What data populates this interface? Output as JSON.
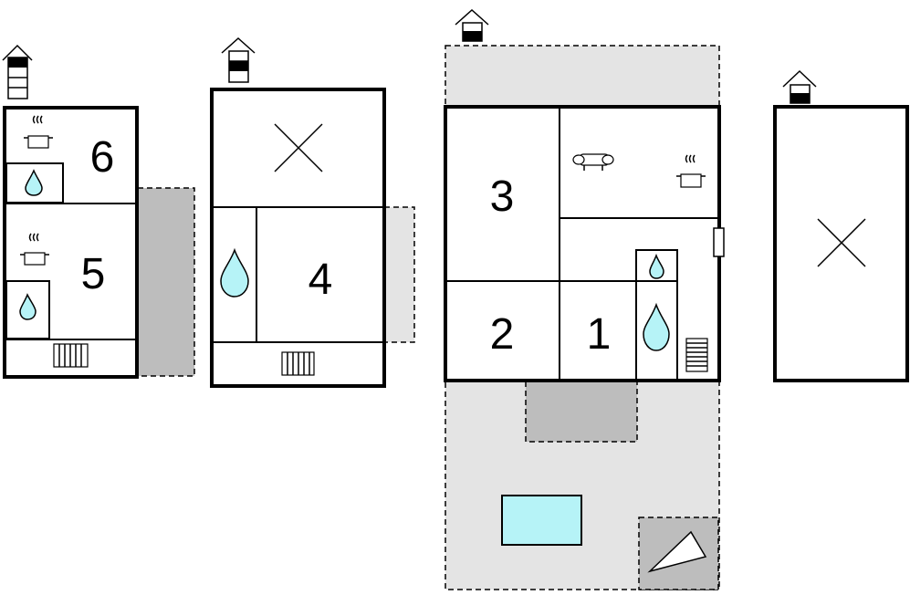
{
  "floors": [
    {
      "id": "floor-a",
      "level_icon": "floor-level-icon-top-of-four",
      "rooms": [
        "6",
        "5"
      ]
    },
    {
      "id": "floor-b",
      "level_icon": "floor-level-icon-second-of-three",
      "rooms": [
        "4"
      ]
    },
    {
      "id": "floor-c",
      "level_icon": "floor-level-icon-ground-of-two",
      "rooms": [
        "3",
        "2",
        "1"
      ]
    },
    {
      "id": "floor-d",
      "level_icon": "floor-level-icon-ground-of-two",
      "rooms": []
    }
  ],
  "room_labels": {
    "r6": "6",
    "r5": "5",
    "r4": "4",
    "r3": "3",
    "r2": "2",
    "r1": "1"
  },
  "colors": {
    "water": "#b6f3f7",
    "outdoor_area": "#e4e4e4",
    "terrace": "#bdbdbd",
    "walls": "#000000"
  },
  "icons": [
    "cooking-pot-icon",
    "water-drop-icon",
    "radiator-icon",
    "sofa-icon",
    "stairs-icon",
    "door-icon",
    "void-x-icon",
    "pool-icon",
    "parking-icon"
  ]
}
